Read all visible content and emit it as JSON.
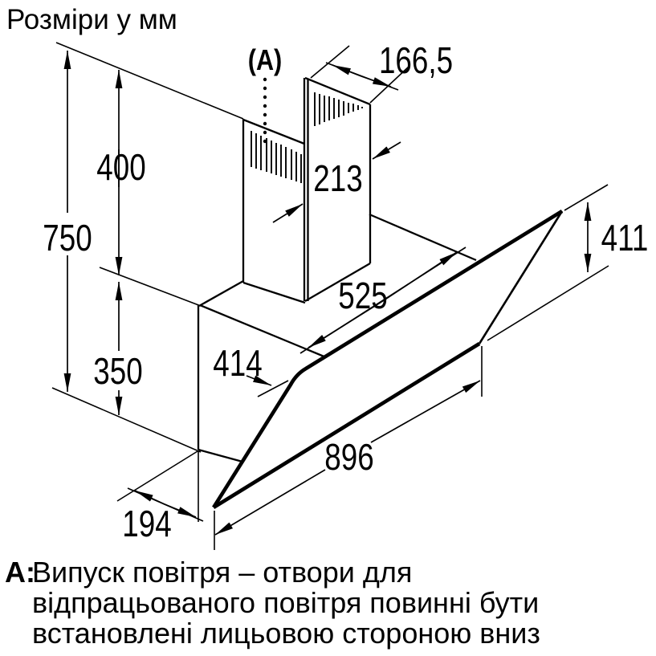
{
  "title": "Розміри у мм",
  "labels": {
    "air_outlet_marker": "(A)"
  },
  "dimensions": {
    "total_height": "750",
    "chimney_height": "400",
    "body_height": "350",
    "duct_top_width": "166,5",
    "duct_depth": "213",
    "body_width": "525",
    "top_depth": "414",
    "panel_right_height": "411",
    "panel_width": "896",
    "bottom_depth": "194"
  },
  "note": {
    "prefix": "A:",
    "line1": "Випуск повітря – отвори для",
    "line2": "відпрацьованого повітря повинні бути",
    "line3": "встановлені лицьовою стороною вниз"
  }
}
